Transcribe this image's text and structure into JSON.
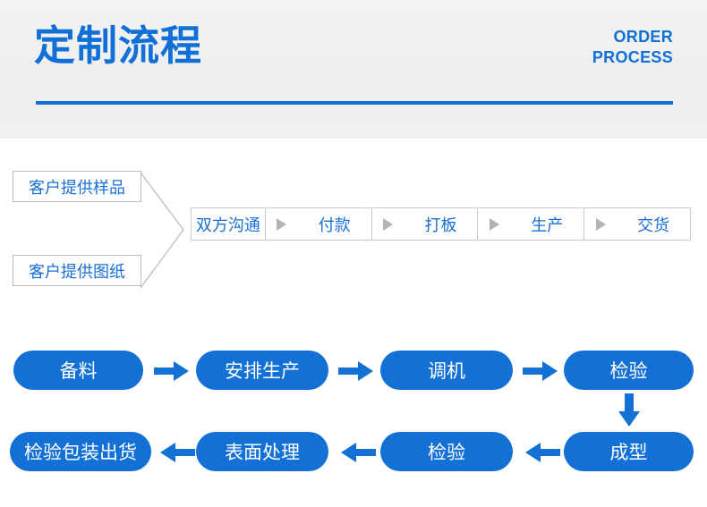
{
  "header": {
    "title": "定制流程",
    "subtitle_line1": "ORDER",
    "subtitle_line2": "PROCESS",
    "accent_color": "#1070d8",
    "band_color": "#ededed"
  },
  "top_flow": {
    "sources": [
      {
        "label": "客户提供样品"
      },
      {
        "label": "客户提供图纸"
      }
    ],
    "connector_icon": "chevron-right-connector",
    "steps": [
      {
        "label": "双方沟通"
      },
      {
        "label": "付款"
      },
      {
        "label": "打板"
      },
      {
        "label": "生产"
      },
      {
        "label": "交货"
      }
    ],
    "separator_icon": "triangle-right-icon",
    "text_color": "#1a6fd4",
    "border_color": "#c9c9c9"
  },
  "production_flow": {
    "pill_color": "#1370d4",
    "pill_text_color": "#ffffff",
    "row1": [
      {
        "label": "备料"
      },
      {
        "label": "安排生产"
      },
      {
        "label": "调机"
      },
      {
        "label": "检验"
      }
    ],
    "row2": [
      {
        "label": "检验包装出货"
      },
      {
        "label": "表面处理"
      },
      {
        "label": "检验"
      },
      {
        "label": "成型"
      }
    ],
    "row1_arrow_icon": "arrow-right-icon",
    "row2_arrow_icon": "arrow-left-icon",
    "wrap_arrow_icon": "arrow-down-icon"
  }
}
